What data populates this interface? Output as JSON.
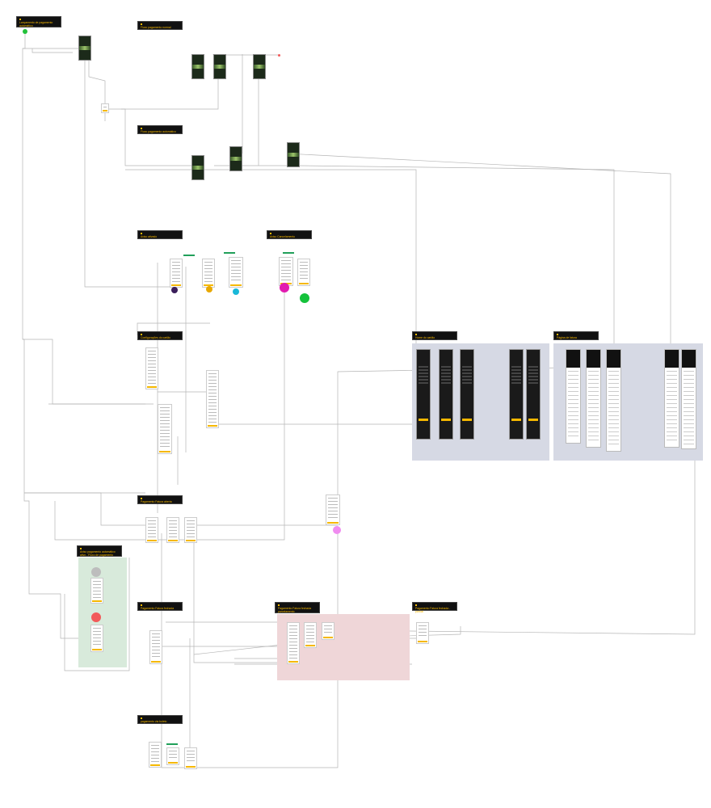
{
  "titles": [
    "Lançamento de pagamento automático",
    "Fluxo pagamento normal",
    "Fluxo pagamento automático",
    "Aviso ativado",
    "Aviso Cancelamento",
    "Configurações do cartão",
    "Home do cartão",
    "Página de fatura",
    "Pagamento Fatura aberta",
    "Aviso pagamento automático ativo - Fluxo de pagamento",
    "Pagamento Fatura fechada",
    "Pagamento Fatura fechada parcelamento",
    "Pagamento Fatura fechada - parcial",
    "pagamento via boleto"
  ],
  "colors": {
    "title_bg": "#111111",
    "title_text": "#f5b800",
    "region_home": "#d6d9e4",
    "region_aviso": "#d8eadb",
    "region_parcelamento": "#efd6d8",
    "connector": "#b5b5b5",
    "node_start": "#22c13a",
    "node_purple": "#3b1e5a",
    "node_orange": "#e8a800",
    "node_cyan": "#19b8d8",
    "node_magenta": "#e21bb0",
    "node_green": "#15c23b",
    "node_gray": "#bdbdbd",
    "node_red": "#f25a5a",
    "node_pink": "#f08cf0",
    "accent_yellow": "#f5b800",
    "tag_green": "#21a05a"
  }
}
